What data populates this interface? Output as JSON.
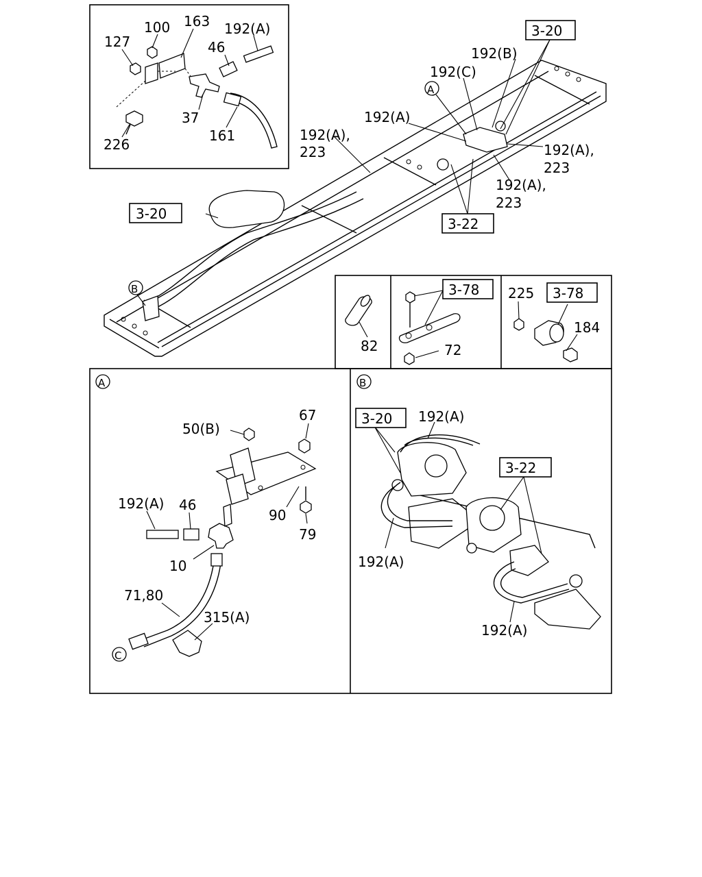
{
  "insets": {
    "a_title": "A",
    "b_title": "B"
  },
  "callouts": {
    "top_left_box": [
      "127",
      "100",
      "163",
      "192(A)",
      "46",
      "37",
      "161",
      "226"
    ],
    "main_frame": [
      "192(B)",
      "192(C)",
      "192(A)",
      "192(A),",
      "223",
      "192(A),",
      "223",
      "192(A),",
      "223"
    ],
    "circle_a": "A",
    "circle_b": "B",
    "circle_c": "C",
    "small_boxes": [
      "82",
      "72",
      "225",
      "184"
    ],
    "detail_a": [
      "50(B)",
      "67",
      "192(A)",
      "46",
      "90",
      "79",
      "10",
      "71,80",
      "315(A)"
    ],
    "detail_b": [
      "192(A)",
      "192(A)",
      "192(A)"
    ]
  },
  "refs": {
    "r1": "3-20",
    "r2": "3-20",
    "r3": "3-22",
    "r4": "3-78",
    "r5": "3-78",
    "r6": "3-20",
    "r7": "3-22"
  }
}
